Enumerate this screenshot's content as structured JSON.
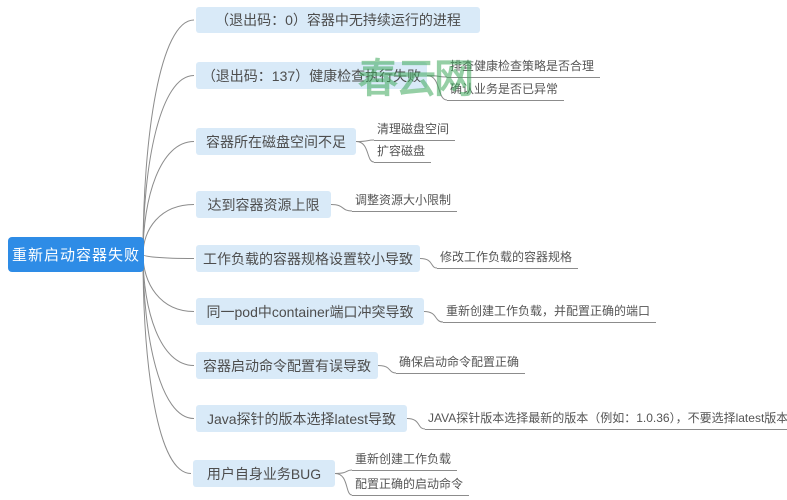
{
  "watermark": {
    "text": "春云网"
  },
  "root": {
    "label": "重新启动容器失败"
  },
  "branches": [
    {
      "label": "（退出码：0）容器中无持续运行的进程",
      "children": []
    },
    {
      "label": "（退出码：137）健康检查执行失败",
      "children": [
        "排查健康检查策略是否合理",
        "确认业务是否已异常"
      ]
    },
    {
      "label": "容器所在磁盘空间不足",
      "children": [
        "清理磁盘空间",
        "扩容磁盘"
      ]
    },
    {
      "label": "达到容器资源上限",
      "children": [
        "调整资源大小限制"
      ]
    },
    {
      "label": "工作负载的容器规格设置较小导致",
      "children": [
        "修改工作负载的容器规格"
      ]
    },
    {
      "label": "同一pod中container端口冲突导致",
      "children": [
        "重新创建工作负载，并配置正确的端口"
      ]
    },
    {
      "label": "容器启动命令配置有误导致",
      "children": [
        "确保启动命令配置正确"
      ]
    },
    {
      "label": "Java探针的版本选择latest导致",
      "children": [
        "JAVA探针版本选择最新的版本（例如：1.0.36），不要选择latest版本"
      ]
    },
    {
      "label": "用户自身业务BUG",
      "children": [
        "重新创建工作负载",
        "配置正确的启动命令"
      ]
    }
  ],
  "style": {
    "root_bg": "#2e8ce6",
    "root_text": "#ffffff",
    "node_bg": "#d9eaf8",
    "node_text": "#4d4d4d",
    "sub_text": "#555555",
    "line": "#8c8c8c",
    "watermark_color": "#3fa95c"
  }
}
